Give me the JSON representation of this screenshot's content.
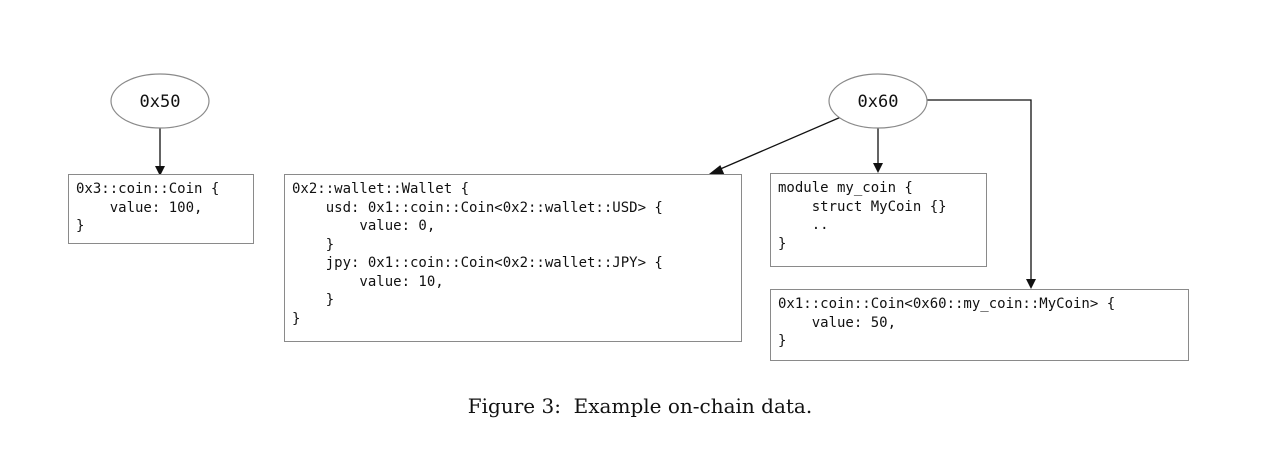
{
  "diagram": {
    "nodes": {
      "addr_0x50": {
        "label": "0x50"
      },
      "addr_0x60": {
        "label": "0x60"
      }
    },
    "boxes": {
      "coin": "0x3::coin::Coin {\n    value: 100,\n}",
      "wallet": "0x2::wallet::Wallet {\n    usd: 0x1::coin::Coin<0x2::wallet::USD> {\n        value: 0,\n    }\n    jpy: 0x1::coin::Coin<0x2::wallet::JPY> {\n        value: 10,\n    }\n}",
      "module": "module my_coin {\n    struct MyCoin {}\n    ..\n}",
      "mycoin": "0x1::coin::Coin<0x60::my_coin::MyCoin> {\n    value: 50,\n}"
    },
    "edges": [
      {
        "from": "0x50",
        "to": "coin"
      },
      {
        "from": "0x60",
        "to": "wallet"
      },
      {
        "from": "0x60",
        "to": "module"
      },
      {
        "from": "0x60",
        "to": "mycoin"
      }
    ]
  },
  "caption": "Figure 3:  Example on-chain data."
}
